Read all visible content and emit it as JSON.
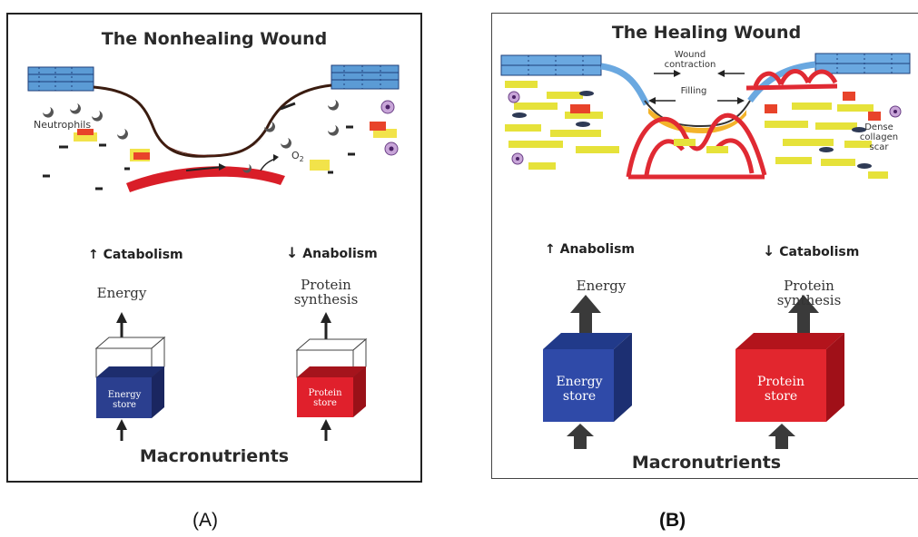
{
  "panel_a": {
    "title": "The Nonhealing Wound",
    "neutrophils_label": "Neutrophils",
    "o2_label": "O",
    "o2_sub": "2",
    "left_arrow": "↑",
    "left_label": "Catabolism",
    "right_arrow": "↓",
    "right_label": "Anabolism",
    "left_output": "Energy",
    "right_output": "Protein synthesis",
    "left_store": "Energy store",
    "right_store": "Protein store",
    "bottom": "Macronutrients",
    "store_colors": {
      "energy": "#2b3f8f",
      "protein": "#e0202c"
    }
  },
  "panel_b": {
    "title": "The Healing Wound",
    "wound_contraction_label": "Wound contraction",
    "filling_label": "Filling",
    "scar_label": "Dense collagen scar",
    "left_arrow": "↑",
    "left_label": "Anabolism",
    "right_arrow": "↓",
    "right_label": "Catabolism",
    "left_output": "Energy",
    "right_output": "Protein synthesis",
    "left_store": "Energy store",
    "right_store": "Protein store",
    "bottom": "Macronutrients",
    "store_colors": {
      "energy": "#2f4aa8",
      "protein": "#e2262e"
    }
  },
  "captions": {
    "a": "(A)",
    "b": "(B)"
  }
}
